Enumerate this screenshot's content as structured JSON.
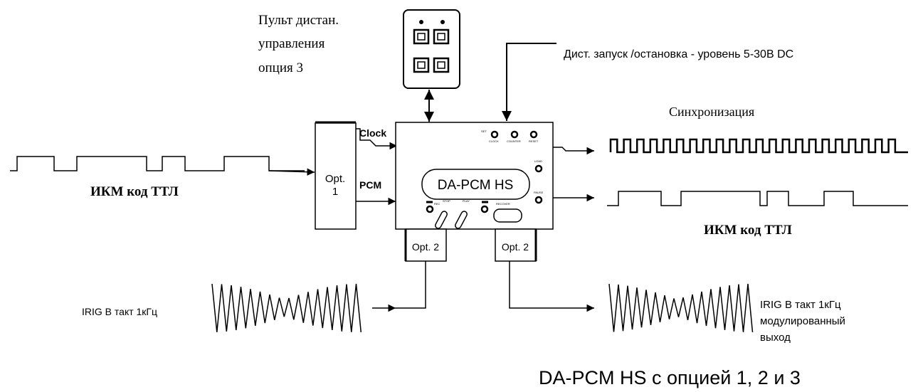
{
  "remote": {
    "caption_line1": "Пульт дистан.",
    "caption_line2": "управления",
    "caption_line3": "опция 3"
  },
  "remote_start_stop": "Дист. запуск /остановка - уровень 5-30В DC",
  "sync_label": "Синхронизация",
  "option1": {
    "line1": "Opt.",
    "line2": "1"
  },
  "option2_label": "Opt. 2",
  "inputs": {
    "clock": "Clock",
    "pcm": "PCM",
    "pcm_ttl": "ИКМ код ТТЛ",
    "irig": "IRIG B такт 1кГц"
  },
  "outputs": {
    "pcm_ttl": "ИКМ код ТТЛ",
    "irig_line1": "IRIG B такт 1кГц",
    "irig_line2": "модулированный",
    "irig_line3": "выход"
  },
  "device": {
    "name": "DA-PCM HS",
    "knob_labels": [
      "CLOCK",
      "COUNTER",
      "RESET"
    ],
    "knob_top_label": "SET",
    "side_label_1": "LOAD",
    "side_label_2": "PAUSE",
    "bottom_labels": [
      "REC",
      "STOP",
      "PLAY",
      "RECOVER"
    ]
  },
  "caption": "DA-PCM HS с опцией 1, 2 и 3",
  "colors": {
    "line": "#000000",
    "background": "#ffffff"
  }
}
